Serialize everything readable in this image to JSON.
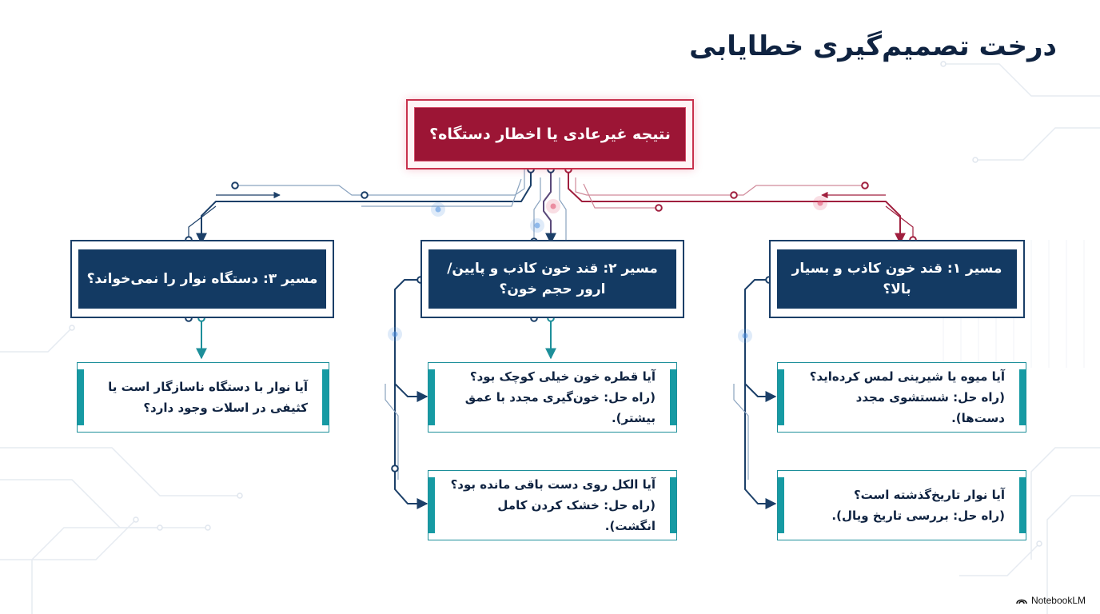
{
  "title": "درخت تصمیم‌گیری خطایابی",
  "root": {
    "label": "نتیجه غیرعادی یا اخطار دستگاه؟"
  },
  "paths": [
    {
      "label_lines": [
        "مسیر ۱: قند خون کاذب و بسیار بالا؟"
      ],
      "questions": [
        {
          "question": "آیا میوه یا شیرینی لمس کرده‌اید؟",
          "solution": "(راه حل: شستشوی مجدد دست‌ها)."
        },
        {
          "question": "آیا نوار تاریخ‌گذشته است؟",
          "solution": "(راه حل: بررسی تاریخ ویال)."
        }
      ]
    },
    {
      "label_lines": [
        "مسیر ۲: قند خون کاذب و پایین/",
        "ارور حجم خون؟"
      ],
      "questions": [
        {
          "question": "آیا قطره خون خیلی کوچک بود؟",
          "solution": "(راه حل: خون‌گیری مجدد با عمق بیشتر)."
        },
        {
          "question": "آیا الکل روی دست باقی مانده بود؟",
          "solution": "(راه حل: خشک کردن کامل انگشت)."
        }
      ]
    },
    {
      "label_lines": [
        "مسیر ۳: دستگاه نوار را نمی‌خواند؟"
      ],
      "questions": [
        {
          "question": "آیا نوار با دستگاه ناسازگار است یا",
          "solution": "کثیفی در اسلات وجود دارد؟"
        }
      ]
    }
  ],
  "brand": {
    "name": "NotebookLM",
    "icon": "notebooklm-logo-icon"
  },
  "colors": {
    "root": "#9c1535",
    "root_wire": "#a01f3e",
    "path": "#133a63",
    "wire": "#1b3f68",
    "question_accent": "#169aa3"
  }
}
